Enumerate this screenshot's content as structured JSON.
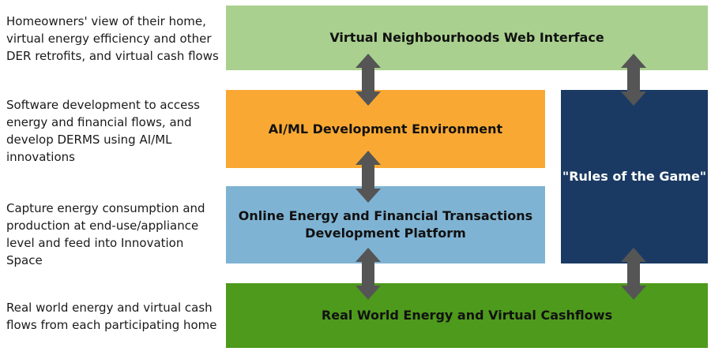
{
  "descriptions": {
    "web": "Homeowners' view of their home,\nvirtual energy efficiency and other\nDER retrofits, and virtual cash flows",
    "aiml": "Software development to access\nenergy and financial flows, and\ndevelop DERMS using AI/ML\ninnovations",
    "platform": "Capture energy consumption and\nproduction at end-use/appliance\nlevel and feed into Innovation Space",
    "realworld": "Real world energy and virtual cash\nflows from each participating home"
  },
  "boxes": {
    "web": "Virtual Neighbourhoods Web Interface",
    "aiml": "AI/ML Development Environment",
    "platform": "Online Energy and Financial Transactions\nDevelopment Platform",
    "rules": "\"Rules of the Game\"",
    "realworld": "Real World Energy and Virtual Cashflows"
  },
  "colors": {
    "web": "#a9d08e",
    "aiml": "#f9a933",
    "platform": "#7fb3d3",
    "rules": "#1a3a63",
    "realworld": "#4e9a1c",
    "arrow": "#555555",
    "dark_text": "#111111",
    "light_text": "#ffffff"
  }
}
